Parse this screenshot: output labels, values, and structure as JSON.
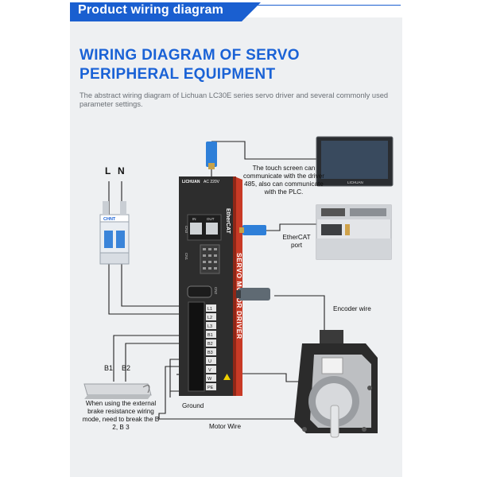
{
  "banner": {
    "title": "Product wiring diagram"
  },
  "heading": {
    "line1": "WIRING DIAGRAM OF SERVO",
    "line2": "PERIPHERAL EQUIPMENT"
  },
  "intro": "The abstract wiring diagram of Lichuan LC30E series servo driver and several commonly used parameter settings.",
  "labels": {
    "L": "L",
    "N": "N",
    "touch_screen": "The touch screen can communicate with the driver 485, also can communicate with the PLC.",
    "ethercat_port": "EtherCAT port",
    "encoder_wire": "Encoder wire",
    "b1": "B1",
    "b2": "B2",
    "brake_note": "When using the external brake resistance wiring mode, need to break the B 2, B 3",
    "ground": "Ground",
    "motor_wire": "Motor Wire"
  },
  "driver": {
    "brand": "LICHUAN",
    "voltage": "AC 220V",
    "port_in": "IN",
    "port_out": "OUT",
    "cn1": "CN1",
    "cn2": "CN2",
    "cn3": "CN3",
    "ethercat": "EtherCAT",
    "side_title": "SERVO MOTOR DRIVER",
    "terminals": [
      "L1",
      "L2",
      "L3",
      "B1",
      "B2",
      "B3",
      "U",
      "V",
      "W",
      "PE"
    ]
  },
  "touchscreen": {
    "brand": "LICHUAN"
  },
  "breaker": {
    "brand": "CHNT"
  },
  "colors": {
    "accent": "#1a62d6",
    "driver_stripe": "#c83a26",
    "driver_body": "#2d2d2d",
    "cable_blue": "#2e7fd8"
  }
}
